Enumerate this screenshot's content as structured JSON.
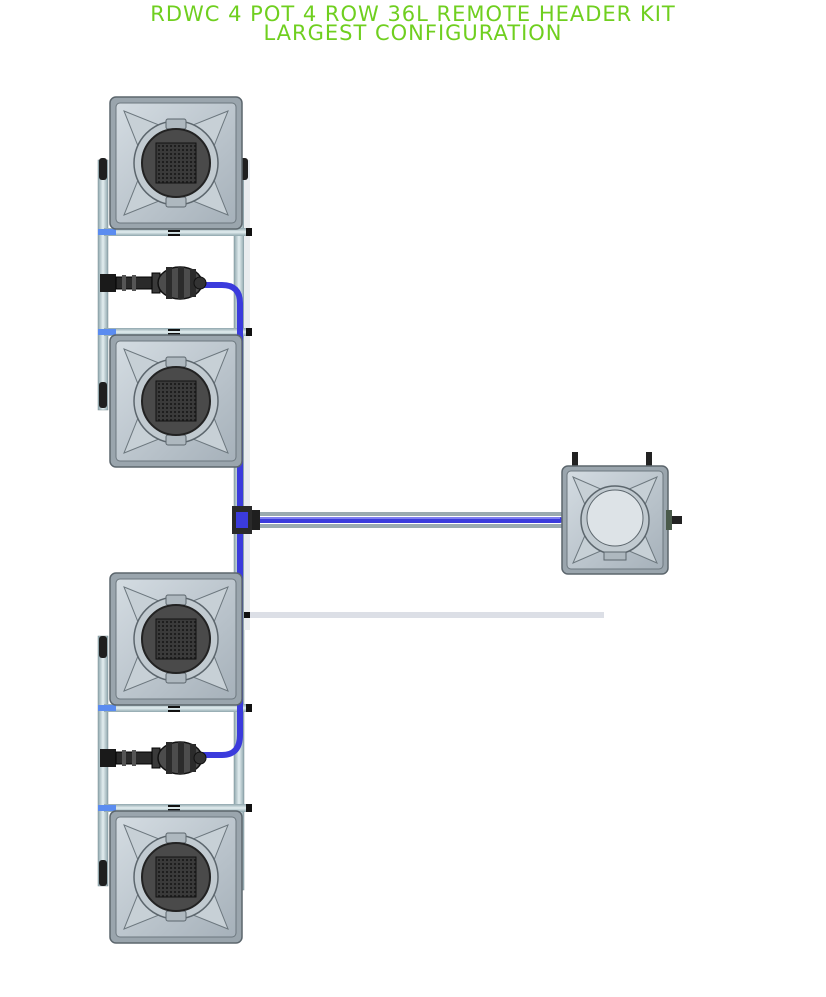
{
  "title": {
    "line1": "RDWC 4 POT 4 ROW 36L REMOTE HEADER KIT",
    "line2": "LARGEST CONFIGURATION"
  },
  "colors": {
    "title_green": "#6fcf1f",
    "hose_blue": "#3b3bdc",
    "pot_gray": "#b9c3cb",
    "pipe_gray": "#c8d6da",
    "dark": "#2c2c2c"
  },
  "diagram": {
    "pot_count": 4,
    "header_tank_count": 1,
    "pump_count": 2
  }
}
